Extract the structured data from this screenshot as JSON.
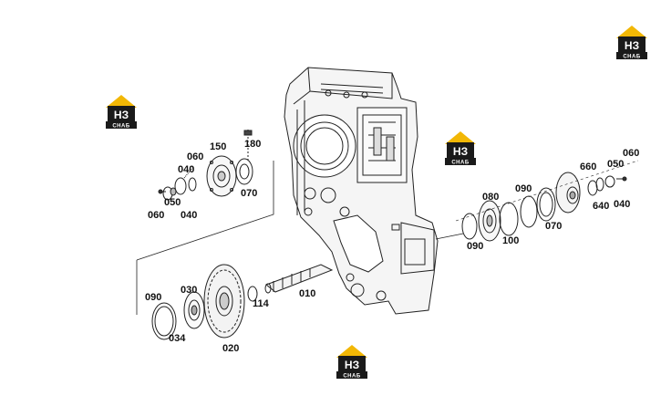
{
  "diagram": {
    "watermark": {
      "letters": "НЗ",
      "caption": "СНАБ",
      "colors": {
        "roof": "#f2b705",
        "badge": "#1a1a1a"
      }
    },
    "parts": [
      {
        "id": "p150",
        "text": "150"
      },
      {
        "id": "p180",
        "text": "180"
      },
      {
        "id": "p060a",
        "text": "060"
      },
      {
        "id": "p040a",
        "text": "040"
      },
      {
        "id": "p050a",
        "text": "050"
      },
      {
        "id": "p060b",
        "text": "060"
      },
      {
        "id": "p040b",
        "text": "040"
      },
      {
        "id": "p070a",
        "text": "070"
      },
      {
        "id": "p080",
        "text": "080"
      },
      {
        "id": "p090a",
        "text": "090"
      },
      {
        "id": "p090b",
        "text": "090"
      },
      {
        "id": "p100",
        "text": "100"
      },
      {
        "id": "p070b",
        "text": "070"
      },
      {
        "id": "p660",
        "text": "660"
      },
      {
        "id": "p050b",
        "text": "050"
      },
      {
        "id": "p060c",
        "text": "060"
      },
      {
        "id": "p640",
        "text": "640"
      },
      {
        "id": "p040c",
        "text": "040"
      },
      {
        "id": "p090c",
        "text": "090"
      },
      {
        "id": "p030",
        "text": "030"
      },
      {
        "id": "p034",
        "text": "034"
      },
      {
        "id": "p020",
        "text": "020"
      },
      {
        "id": "p114",
        "text": "114"
      },
      {
        "id": "p010",
        "text": "010"
      }
    ]
  }
}
